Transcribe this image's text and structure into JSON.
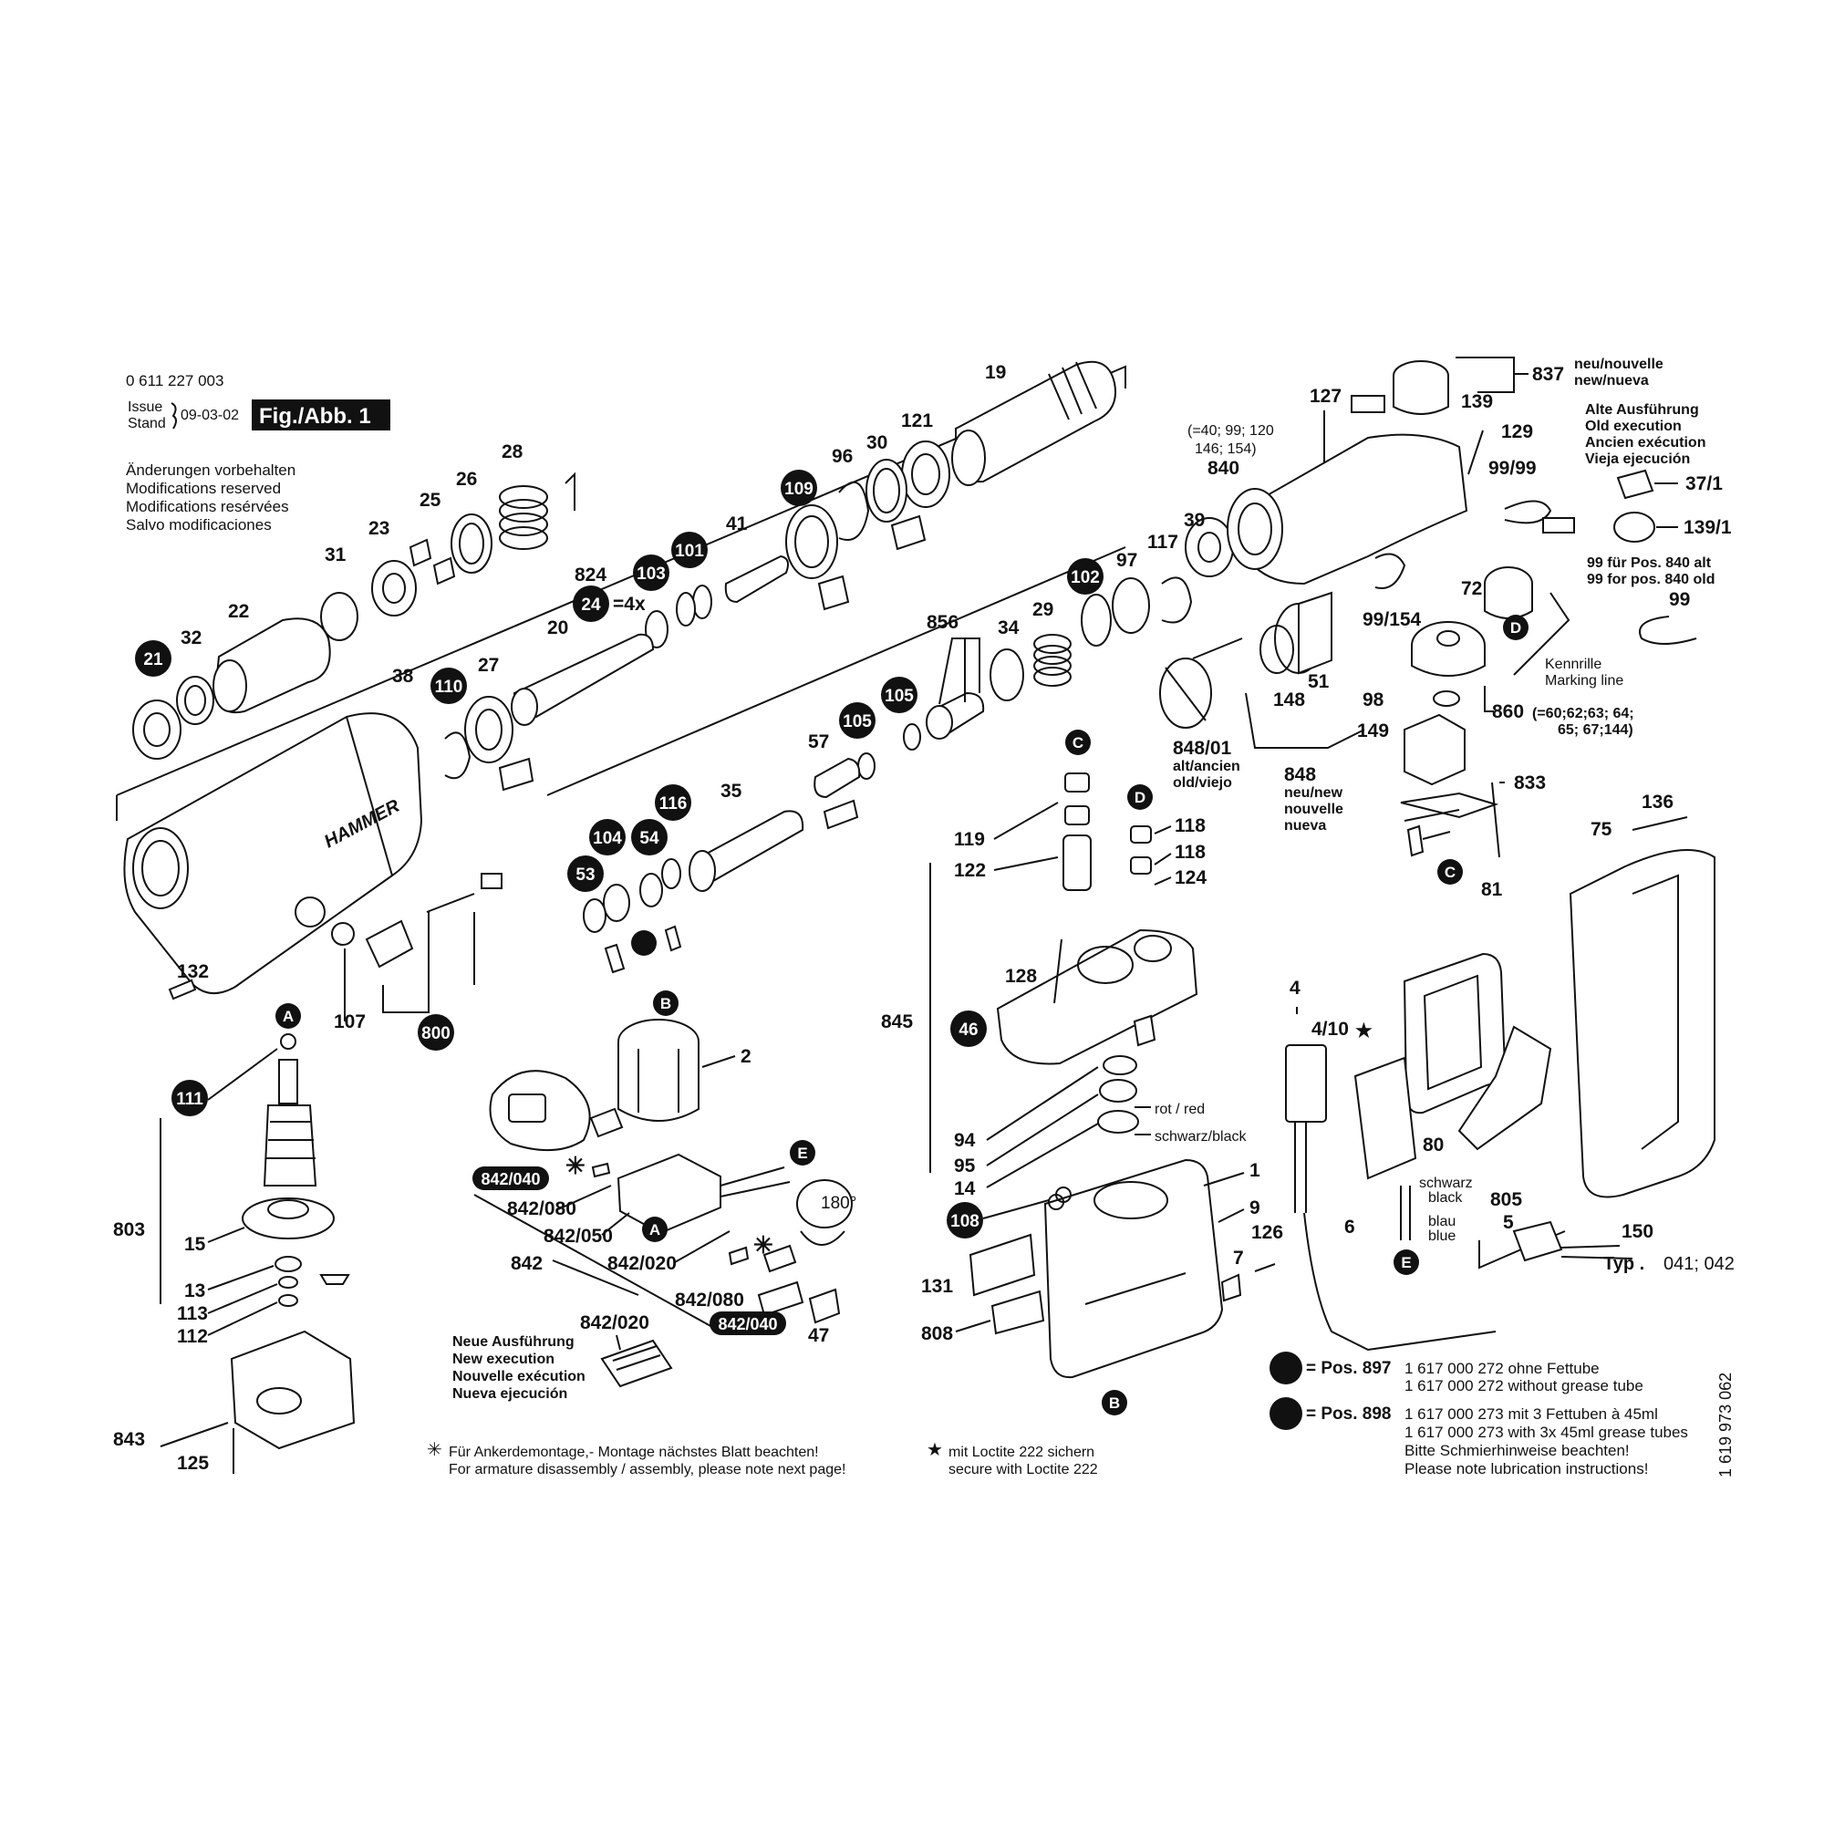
{
  "header": {
    "part_number": "0 611 227 003",
    "issue_label": "Issue",
    "stand_label": "Stand",
    "issue_date": "09-03-02",
    "figure_label": "Fig./Abb. 1"
  },
  "modifications": [
    "Änderungen vorbehalten",
    "Modifications reserved",
    "Modifications resérvées",
    "Salvo modificaciones"
  ],
  "side_code": "1 619 973 062",
  "callouts": {
    "c19": "19",
    "c121": "121",
    "c30": "30",
    "c96": "96",
    "c109": "109",
    "c28": "28",
    "c26": "26",
    "c25": "25",
    "c23": "23",
    "c31": "31",
    "c22": "22",
    "c32": "32",
    "c21": "21",
    "c41": "41",
    "c101": "101",
    "c103": "103",
    "c824": "824",
    "c24": "24",
    "c24x": "=4x",
    "c20": "20",
    "c27": "27",
    "c110": "110",
    "c38": "38",
    "c132": "132",
    "c107": "107",
    "c800": "800",
    "c102": "102",
    "c97": "97",
    "c117": "117",
    "c39": "39",
    "c856": "856",
    "c34": "34",
    "c29": "29",
    "c105a": "105",
    "c105b": "105",
    "c57": "57",
    "c116": "116",
    "c35": "35",
    "c104": "104",
    "c54": "54",
    "c53": "53",
    "c127": "127",
    "c129": "129",
    "c139": "139",
    "c837": "837",
    "c840": "840",
    "c99_99": "99/99",
    "c72": "72",
    "c99_154": "99/154",
    "c51": "51",
    "c148": "148",
    "c848_01": "848/01",
    "c98": "98",
    "c149": "149",
    "c860": "860",
    "c848": "848",
    "c833": "833",
    "c136": "136",
    "c75": "75",
    "c81": "81",
    "c119": "119",
    "c122": "122",
    "c118a": "118",
    "c118b": "118",
    "c124": "124",
    "c128": "128",
    "c845": "845",
    "c46": "46",
    "c94": "94",
    "c95": "95",
    "c14": "14",
    "c108": "108",
    "c131": "131",
    "c808": "808",
    "c1": "1",
    "c9": "9",
    "c126": "126",
    "c7": "7",
    "c2": "2",
    "c842_040a": "842/040",
    "c842_080a": "842/080",
    "c842_050": "842/050",
    "c842": "842",
    "c842_020a": "842/020",
    "c842_080b": "842/080",
    "c842_040b": "842/040",
    "c842_020b": "842/020",
    "c47": "47",
    "c180": "180°",
    "c111": "111",
    "c803": "803",
    "c15": "15",
    "c13": "13",
    "c113": "113",
    "c112": "112",
    "c843": "843",
    "c125": "125",
    "c4": "4",
    "c4_10": "4/10",
    "c80": "80",
    "c6": "6",
    "c805": "805",
    "c5": "5",
    "c150": "150",
    "c37_1": "37/1",
    "c139_1": "139/1",
    "c99b": "99"
  },
  "letters": {
    "A_top": "A",
    "A_mid": "A",
    "B_top": "B",
    "B_bot": "B",
    "C_top": "C",
    "C_bot": "C",
    "D_top": "D",
    "D_mid": "D",
    "E_a": "E",
    "E_b": "E"
  },
  "notes": {
    "group_840": [
      "(=40; 99; 120",
      "146; 154)"
    ],
    "new_837": [
      "neu/nouvelle",
      "new/nueva"
    ],
    "old_execution": [
      "Alte Ausführung",
      "Old execution",
      "Ancien exécution",
      "Vieja ejecución"
    ],
    "pos840_old": [
      "99 für Pos. 840 alt",
      "99 for pos. 840 old"
    ],
    "marking_line": [
      "Kennrille",
      "Marking line"
    ],
    "group_860": [
      "(=60;62;63; 64;",
      "65; 67;144)"
    ],
    "alt_848_01": [
      "alt/ancien",
      "old/viejo"
    ],
    "new_848": [
      "neu/new",
      "nouvelle",
      "nueva"
    ],
    "rot_red": "rot / red",
    "schwarz_black": "schwarz/black",
    "wire_black": [
      "schwarz",
      "black"
    ],
    "wire_blue": [
      "blau",
      "blue"
    ],
    "typ_label": "Typ .",
    "typ_values": "041; 042",
    "new_execution": [
      "Neue Ausführung",
      "New execution",
      "Nouvelle exécution",
      "Nueva ejecución"
    ],
    "armature_note": [
      "Für Ankerdemontage,- Montage nächstes Blatt beachten!",
      "For armature disassembly / assembly, please note next page!"
    ],
    "loctite_note": [
      "mit Loctite 222 sichern",
      "secure with Loctite 222"
    ],
    "pos897_label": "= Pos. 897",
    "pos897_lines": [
      "1 617 000 272 ohne Fettube",
      "1 617 000 272 without grease tube"
    ],
    "pos898_label": "= Pos. 898",
    "pos898_lines": [
      "1 617 000 273 mit 3 Fettuben à 45ml",
      "1 617 000 273 with 3x 45ml grease tubes",
      "Bitte Schmierhinweise beachten!",
      "Please note lubrication instructions!"
    ]
  },
  "housing_brand": "HAMMER"
}
